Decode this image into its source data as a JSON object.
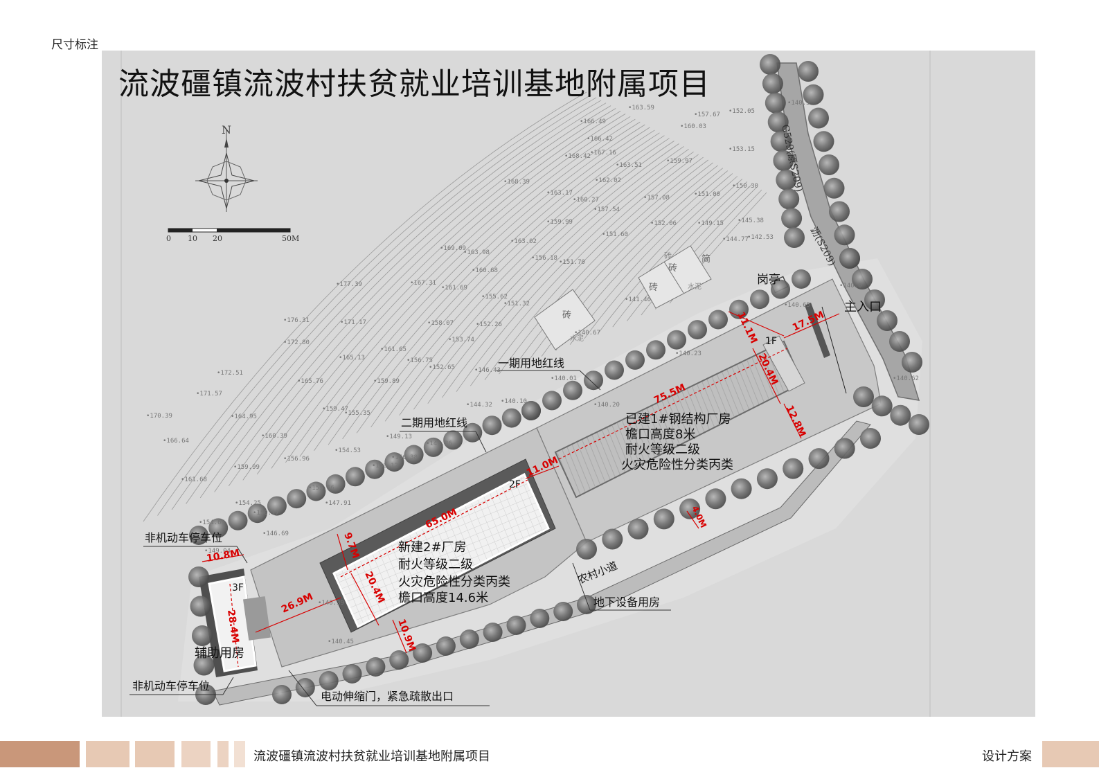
{
  "header": {
    "section_label": "尺寸标注"
  },
  "plan": {
    "title": "流波礓镇流波村扶贫就业培训基地附属项目",
    "scale_bar": {
      "ticks": [
        "0",
        "10",
        "20",
        "50M"
      ]
    },
    "north_label": "N",
    "road_labels": {
      "g529": "G529(原S209)",
      "s209": "沥(S209)"
    },
    "labels": {
      "gatehouse": "岗亭",
      "main_entrance": "主入口",
      "phase1_redline": "一期用地红线",
      "phase2_redline": "二期用地红线",
      "nonmotor_parking_top": "非机动车停车位",
      "nonmotor_parking_bottom": "非机动车停车位",
      "underground_equipment": "地下设备用房",
      "electric_gate": "电动伸缩门，紧急疏散出口",
      "village_road": "农村小道",
      "auxiliary_building": "辅助用房",
      "floor_1f": "1F",
      "floor_2f": "2F",
      "floor_3f": "3F",
      "brick_1": "砖",
      "brick_2": "砖",
      "brick_3": "砖",
      "brick_4": "砖",
      "jian": "简",
      "cement_1": "水泥",
      "cement_2": "水泥"
    },
    "building1": {
      "lines": [
        "已建1#钢结构厂房",
        "檐口高度8米",
        "耐火等级二级",
        "火灾危险性分类丙类"
      ]
    },
    "building2": {
      "lines": [
        "新建2#厂房",
        "耐火等级二级",
        "火灾危险性分类丙类",
        "檐口高度14.6米"
      ]
    },
    "dimensions": {
      "d_11_1": "11.1M",
      "d_17_5": "17.5M",
      "d_20_4a": "20.4M",
      "d_75_5": "75.5M",
      "d_12_8": "12.8M",
      "d_11_0": "11.0M",
      "d_4_0": "4.0M",
      "d_65_0": "65.0M",
      "d_9_7": "9.7M",
      "d_20_4b": "20.4M",
      "d_10_9": "10.9M",
      "d_26_9": "26.9M",
      "d_10_8": "10.8M",
      "d_28_4": "28.4M"
    },
    "elevations": [
      "163.59",
      "157.67",
      "152.05",
      "140.3",
      "166.49",
      "160.03",
      "166.42",
      "153.15",
      "167.16",
      "168.42",
      "159.97",
      "163.51",
      "162.02",
      "150.30",
      "168.39",
      "163.17",
      "160.27",
      "151.00",
      "157.08",
      "157.54",
      "145.38",
      "159.99",
      "152.06",
      "149.15",
      "151.60",
      "163.02",
      "144.77",
      "142.53",
      "169.09",
      "163.98",
      "156.18",
      "151.70",
      "160.68",
      "167.31",
      "177.39",
      "161.69",
      "155.62",
      "151.32",
      "141.46",
      "140.65",
      "140.0",
      "176.31",
      "171.17",
      "158.07",
      "152.26",
      "153.74",
      "140.67",
      "172.80",
      "161.65",
      "140.23",
      "165.13",
      "156.75",
      "152.65",
      "146.43",
      "140.01",
      "172.51",
      "165.76",
      "159.89",
      "144.32",
      "140.10",
      "171.57",
      "159.47",
      "155.35",
      "140.20",
      "170.39",
      "164.95",
      "149.13",
      "145.36",
      "166.64",
      "160.39",
      "156.96",
      "154.53",
      "150.12",
      "156.38",
      "159.99",
      "161.68",
      "155.56",
      "154.25",
      "147.91",
      "150.17",
      "154.65",
      "146.69",
      "149.04",
      "140.39",
      "140.45",
      "140.62"
    ]
  },
  "footer": {
    "title": "流波礓镇流波村扶贫就业培训基地附属项目",
    "right_label": "设计方案"
  },
  "colors": {
    "dimension_red": "#d80000",
    "bar_dark": "#c9977a",
    "bar_light": "#e7c9b4"
  }
}
